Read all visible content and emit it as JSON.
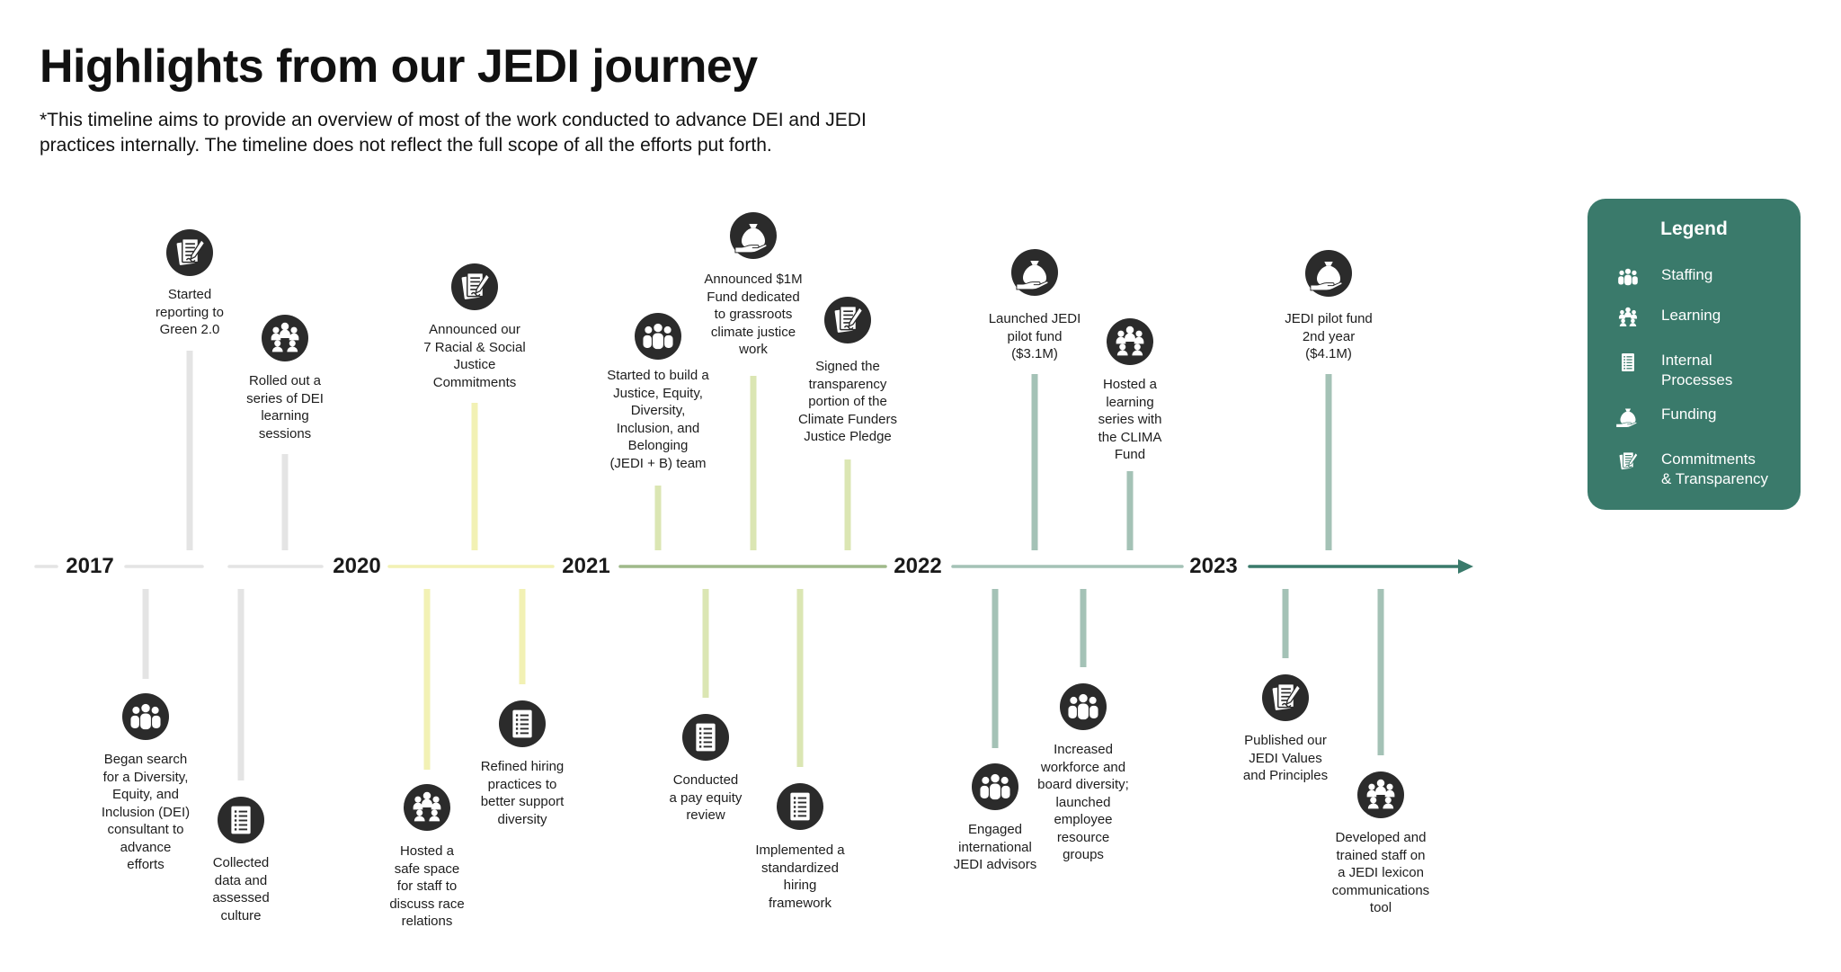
{
  "title": "Highlights from our JEDI journey",
  "subtitle": "*This timeline aims to provide an overview of most of the work conducted to advance DEI and JEDI practices internally. The timeline does not reflect the full scope of all the efforts put forth.",
  "years": [
    "2017",
    "2020",
    "2021",
    "2022",
    "2023"
  ],
  "legend": {
    "title": "Legend",
    "items": [
      {
        "label": "Staffing",
        "icon": "staffing-icon"
      },
      {
        "label": "Learning",
        "icon": "learning-icon"
      },
      {
        "label": "Internal\nProcesses",
        "icon": "internal-processes-icon"
      },
      {
        "label": "Funding",
        "icon": "funding-icon"
      },
      {
        "label": "Commitments\n& Transparency",
        "icon": "commitments-icon"
      }
    ]
  },
  "colors": {
    "segment_2017": "#e4e4e4",
    "segment_2020": "#f2f1b4",
    "segment_2021a": "#dbe6b3",
    "segment_2021b": "#9fb98a",
    "segment_2022": "#a4c2b6",
    "segment_2023": "#3a7a6b",
    "icon_bg": "#2b2b2b",
    "legend_bg": "#3a7a6b"
  },
  "events": [
    {
      "text": "Started\nreporting to\nGreen 2.0",
      "category": "commitments-icon"
    },
    {
      "text": "Rolled out a\nseries of DEI\nlearning\nsessions",
      "category": "learning-icon"
    },
    {
      "text": "Began search\nfor a Diversity,\nEquity, and\nInclusion (DEI)\nconsultant to\nadvance\nefforts",
      "category": "staffing-icon"
    },
    {
      "text": "Collected\ndata and\nassessed\nculture",
      "category": "internal-processes-icon"
    },
    {
      "text": "Announced our\n7 Racial & Social\nJustice\nCommitments",
      "category": "commitments-icon"
    },
    {
      "text": "Hosted a\nsafe space\nfor staff to\ndiscuss race\nrelations",
      "category": "learning-icon"
    },
    {
      "text": "Refined hiring\npractices to\nbetter support\ndiversity",
      "category": "internal-processes-icon"
    },
    {
      "text": "Started to build a\nJustice, Equity,\nDiversity,\nInclusion, and\nBelonging\n(JEDI + B) team",
      "category": "staffing-icon"
    },
    {
      "text": "Announced $1M\nFund dedicated\nto grassroots\nclimate justice\nwork",
      "category": "funding-icon"
    },
    {
      "text": "Signed the\ntransparency\nportion of the\nClimate Funders\nJustice Pledge",
      "category": "commitments-icon"
    },
    {
      "text": "Conducted\na pay equity\nreview",
      "category": "internal-processes-icon"
    },
    {
      "text": "Implemented a\nstandardized\nhiring\nframework",
      "category": "internal-processes-icon"
    },
    {
      "text": "Launched JEDI\npilot fund\n($3.1M)",
      "category": "funding-icon"
    },
    {
      "text": "Hosted a\nlearning\nseries with\nthe CLIMA\nFund",
      "category": "learning-icon"
    },
    {
      "text": "Engaged\ninternational\nJEDI advisors",
      "category": "staffing-icon"
    },
    {
      "text": "Increased\nworkforce and\nboard diversity;\nlaunched\nemployee\nresource\ngroups",
      "category": "staffing-icon"
    },
    {
      "text": "JEDI pilot fund\n2nd year\n($4.1M)",
      "category": "funding-icon"
    },
    {
      "text": "Published our\nJEDI Values\nand Principles",
      "category": "commitments-icon"
    },
    {
      "text": "Developed and\ntrained staff on\na JEDI lexicon\ncommunications\ntool",
      "category": "learning-icon"
    }
  ]
}
